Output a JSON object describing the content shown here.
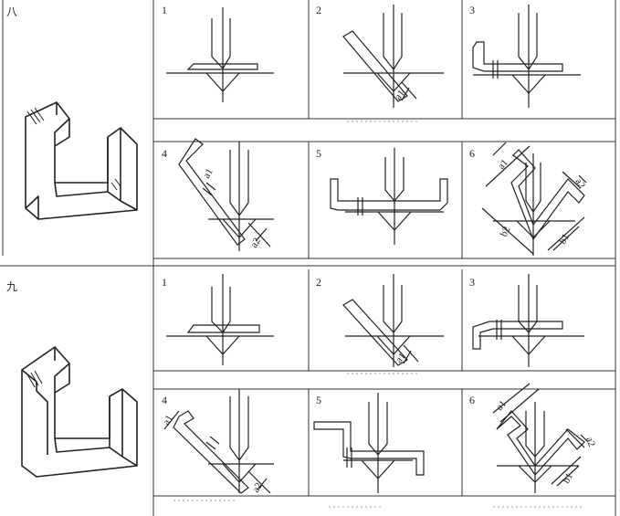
{
  "sections": [
    {
      "label": "八",
      "steps": [
        {
          "number": "1",
          "dims": []
        },
        {
          "number": "2",
          "dims": [
            "a1"
          ]
        },
        {
          "number": "3",
          "dims": []
        },
        {
          "number": "4",
          "dims": [
            "a1",
            "a2"
          ]
        },
        {
          "number": "5",
          "dims": []
        },
        {
          "number": "6",
          "dims": [
            "a1",
            "a2",
            "b2",
            "b1"
          ]
        }
      ]
    },
    {
      "label": "九",
      "steps": [
        {
          "number": "1",
          "dims": []
        },
        {
          "number": "2",
          "dims": [
            "a1"
          ]
        },
        {
          "number": "3",
          "dims": []
        },
        {
          "number": "4",
          "dims": [
            "a1",
            "a2"
          ]
        },
        {
          "number": "5",
          "dims": []
        },
        {
          "number": "6",
          "dims": [
            "a1",
            "a2",
            "b1"
          ]
        }
      ]
    }
  ],
  "icons": {
    "part_1": "u-channel-part-isometric-icon",
    "part_2": "offset-channel-part-isometric-icon",
    "punch": "press-brake-punch-icon",
    "die": "v-die-icon"
  }
}
